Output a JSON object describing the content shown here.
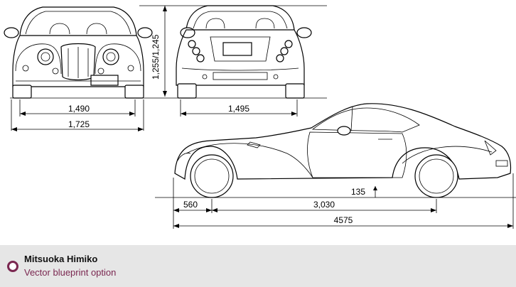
{
  "dimensions": {
    "front_track": "1,490",
    "front_width": "1,725",
    "height": "1,255/1,245",
    "rear_track": "1,495",
    "ground_clearance": "135",
    "front_overhang": "560",
    "wheelbase": "3,030",
    "length": "4575"
  },
  "footer": {
    "title": "Mitsuoka Himiko",
    "subtitle": "Vector blueprint option",
    "accent_color": "#7a2750",
    "background": "#e6e6e6"
  }
}
